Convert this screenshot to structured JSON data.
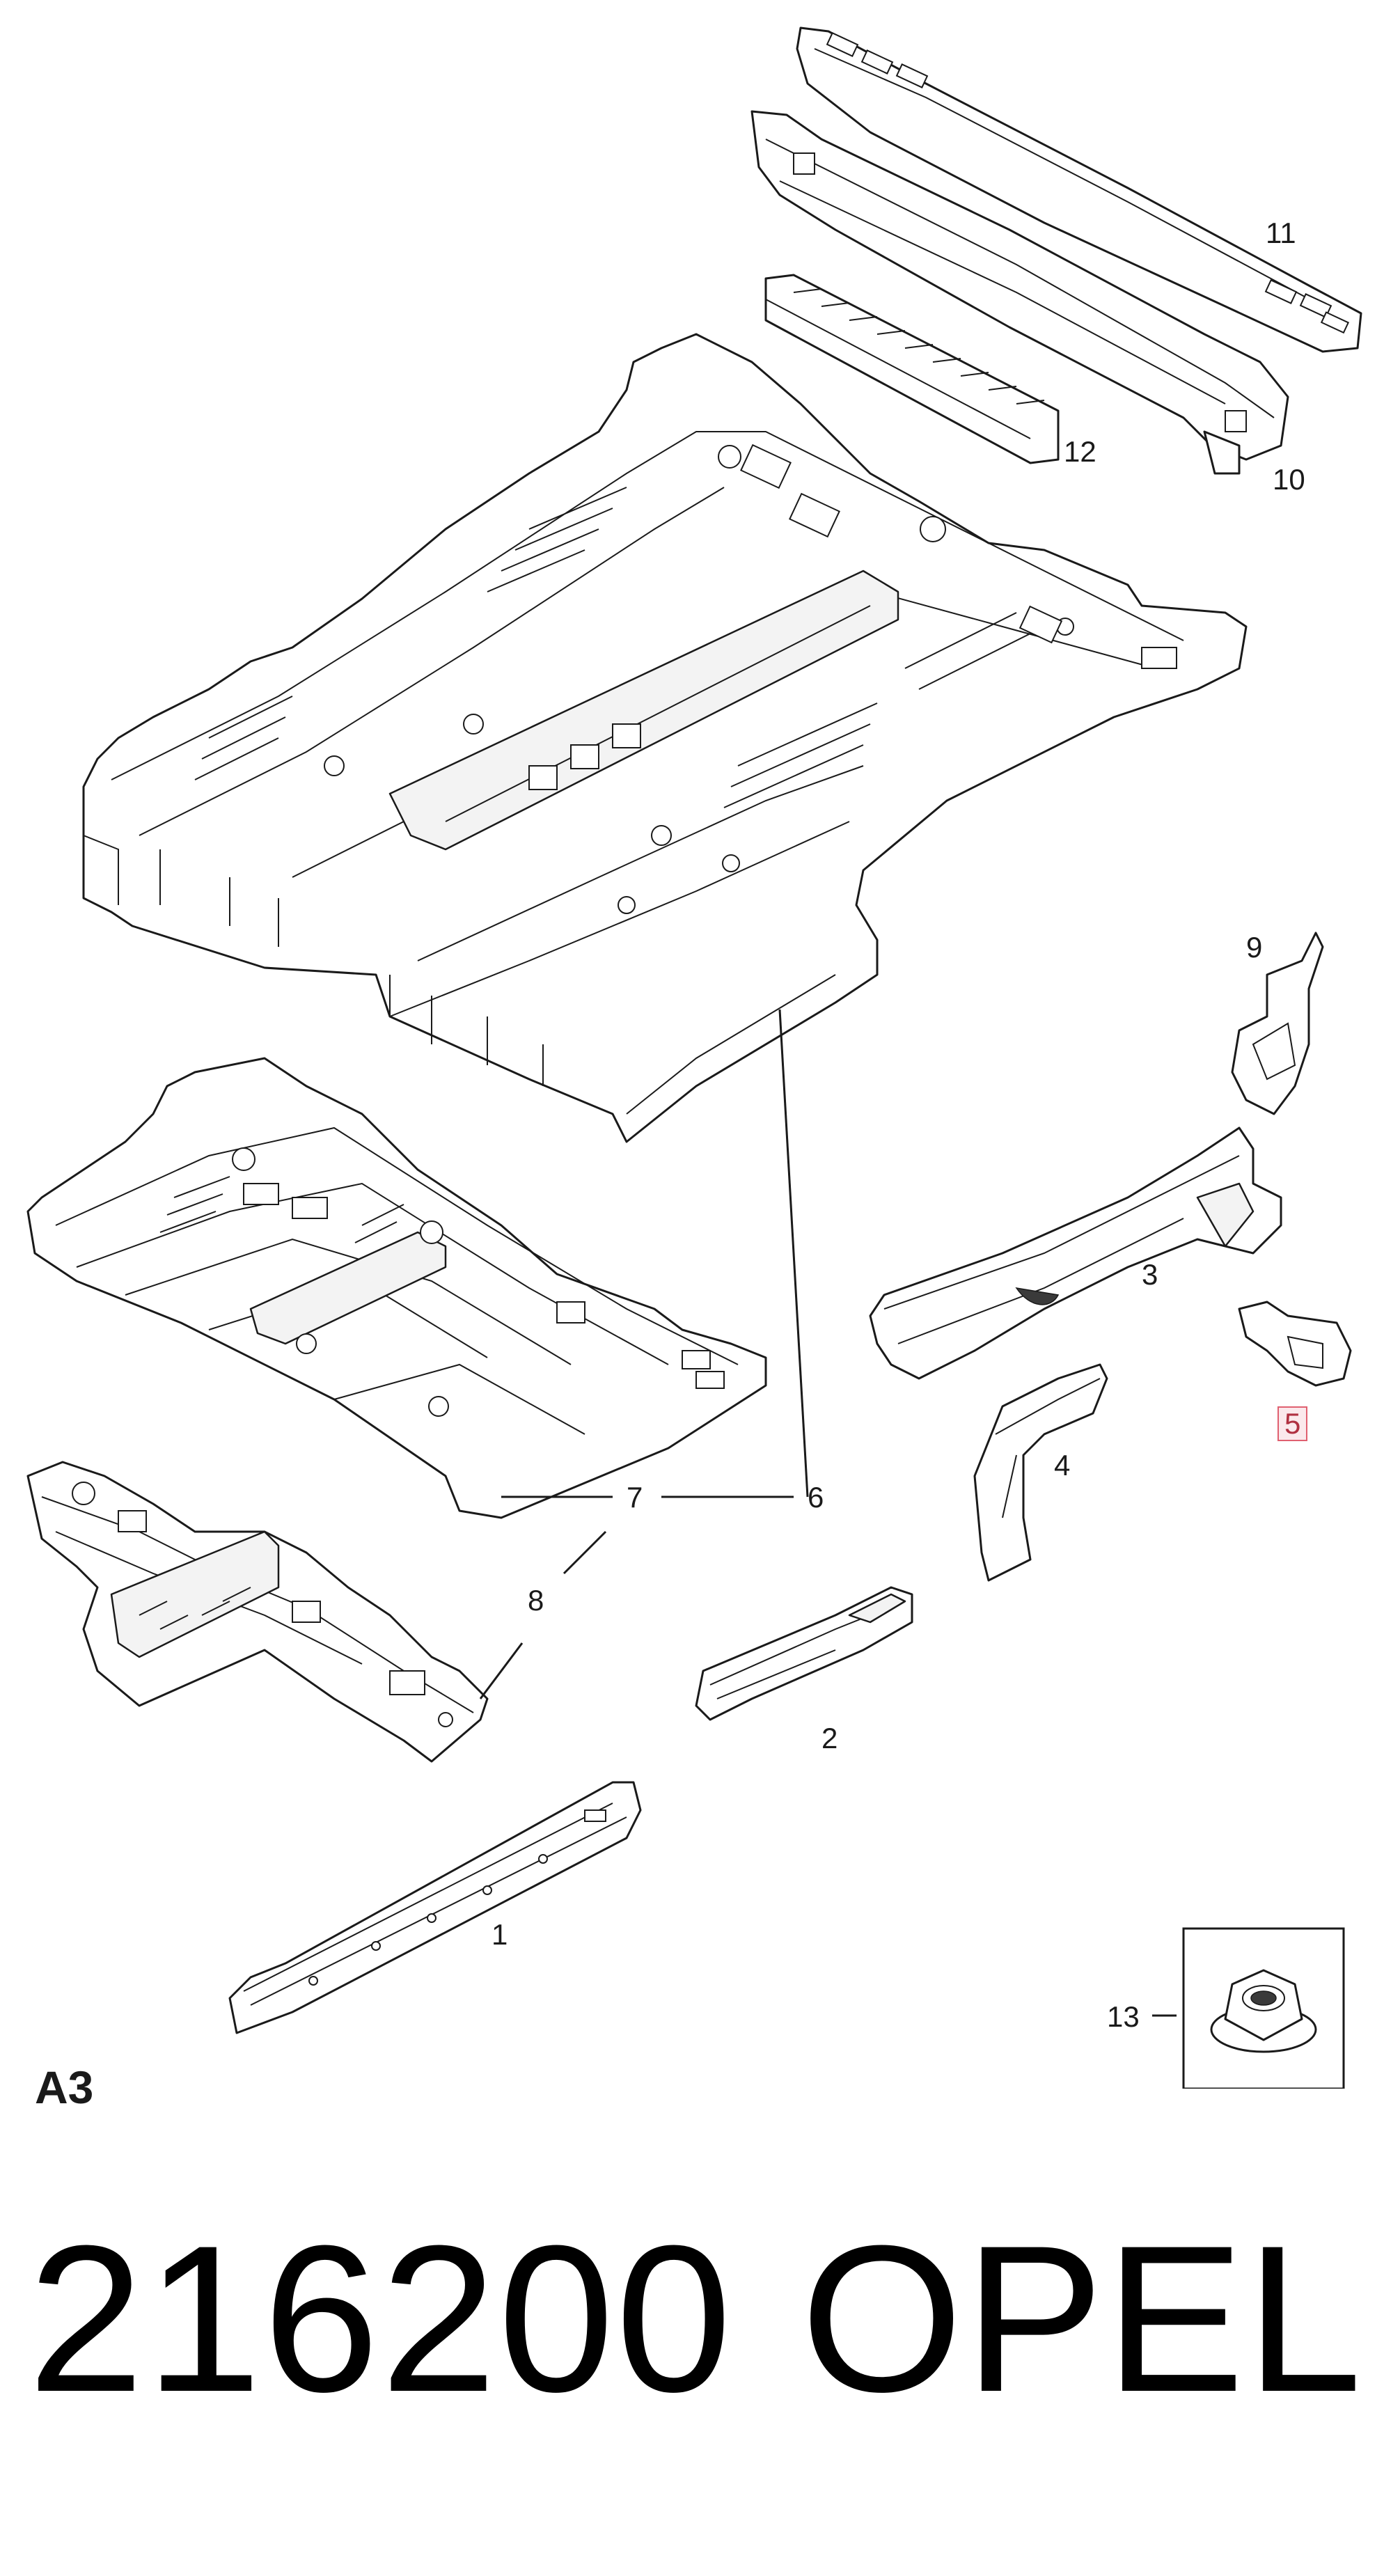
{
  "diagram": {
    "callouts": [
      {
        "id": "1",
        "label": "1"
      },
      {
        "id": "2",
        "label": "2"
      },
      {
        "id": "3",
        "label": "3"
      },
      {
        "id": "4",
        "label": "4"
      },
      {
        "id": "5",
        "label": "5",
        "highlighted": true
      },
      {
        "id": "6",
        "label": "6"
      },
      {
        "id": "7",
        "label": "7"
      },
      {
        "id": "8",
        "label": "8"
      },
      {
        "id": "9",
        "label": "9"
      },
      {
        "id": "10",
        "label": "10"
      },
      {
        "id": "11",
        "label": "11"
      },
      {
        "id": "12",
        "label": "12"
      },
      {
        "id": "13",
        "label": "13"
      }
    ],
    "code": "A3",
    "highlight_color": "#e06070"
  },
  "footer": {
    "part_number": "216200",
    "brand": "OPEL"
  }
}
